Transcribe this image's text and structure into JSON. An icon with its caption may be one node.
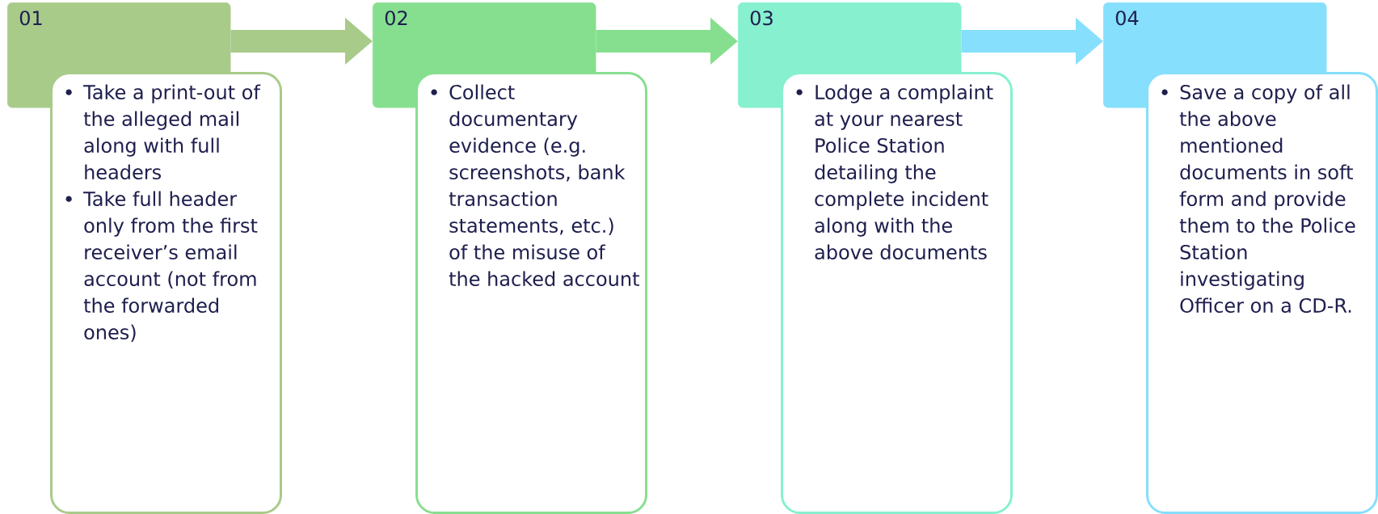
{
  "diagram": {
    "nodes": [
      {
        "text": [
          "01"
        ]
      },
      {
        "text": [
          "Take a print-out of the alleged mail along with full headers",
          "Take full header only from the first receiver’s email account (not from the forwarded ones)"
        ]
      },
      {
        "text": [
          "02"
        ]
      },
      {
        "text": [
          "Collect documentary evidence (e.g. screenshots, bank transaction statements, etc.) of the misuse of the hacked account"
        ]
      },
      {
        "text": [
          "03"
        ]
      },
      {
        "text": [
          "Lodge a complaint at your nearest Police Station detailing the complete incident along with the above documents"
        ]
      },
      {
        "text": [
          "04"
        ]
      },
      {
        "text": [
          "Save a copy of all the above mentioned documents in soft form and provide them to the Police Station investigating Officer on a CD-R."
        ]
      }
    ],
    "edges": [
      {
        "from": 0,
        "to": 2,
        "arrow": "to",
        "color": "#a9cb8a"
      },
      {
        "from": 2,
        "to": 4,
        "arrow": "to",
        "color": "#86df8f"
      },
      {
        "from": 4,
        "to": 6,
        "arrow": "to",
        "color": "#86dffc"
      }
    ]
  }
}
